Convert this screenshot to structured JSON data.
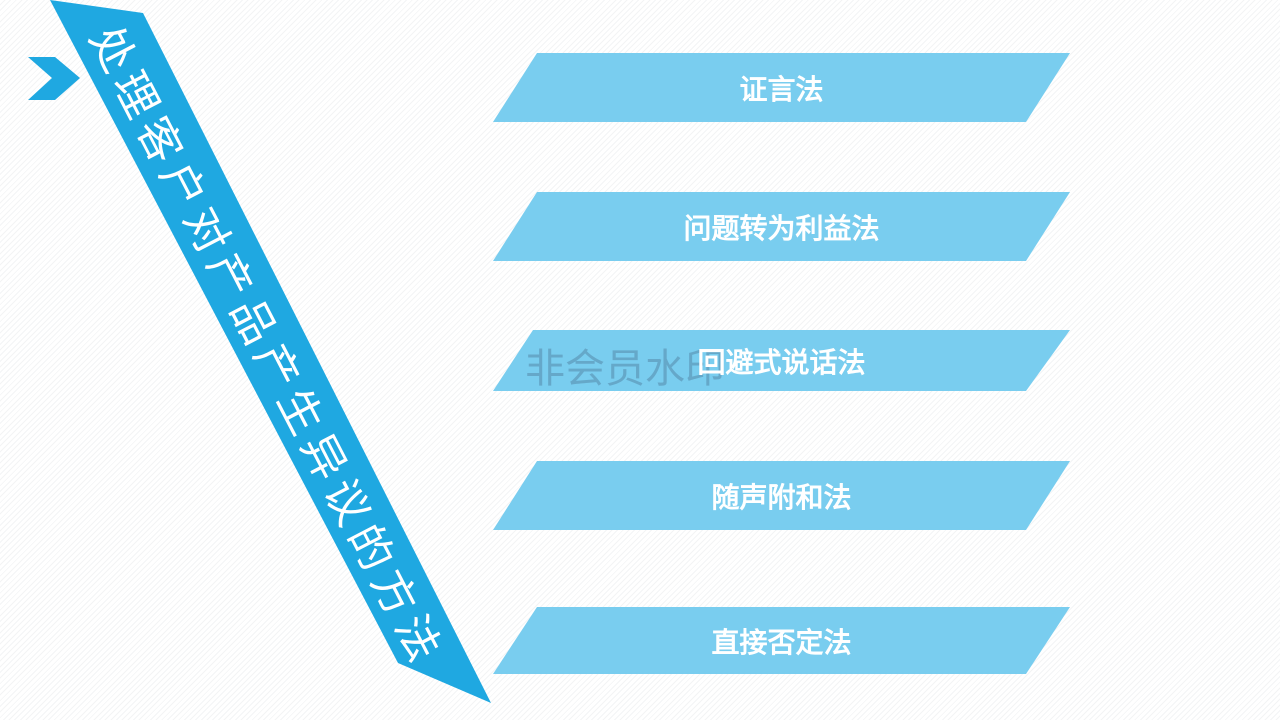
{
  "title": "处理客户对产品产生异议的方法",
  "items": [
    {
      "label": "证言法"
    },
    {
      "label": "问题转为利益法"
    },
    {
      "label": "回避式说话法"
    },
    {
      "label": "随声附和法"
    },
    {
      "label": "直接否定法"
    }
  ],
  "watermark": "非会员水印",
  "colors": {
    "banner": "#1fa8e1",
    "item": "#79cdef"
  }
}
